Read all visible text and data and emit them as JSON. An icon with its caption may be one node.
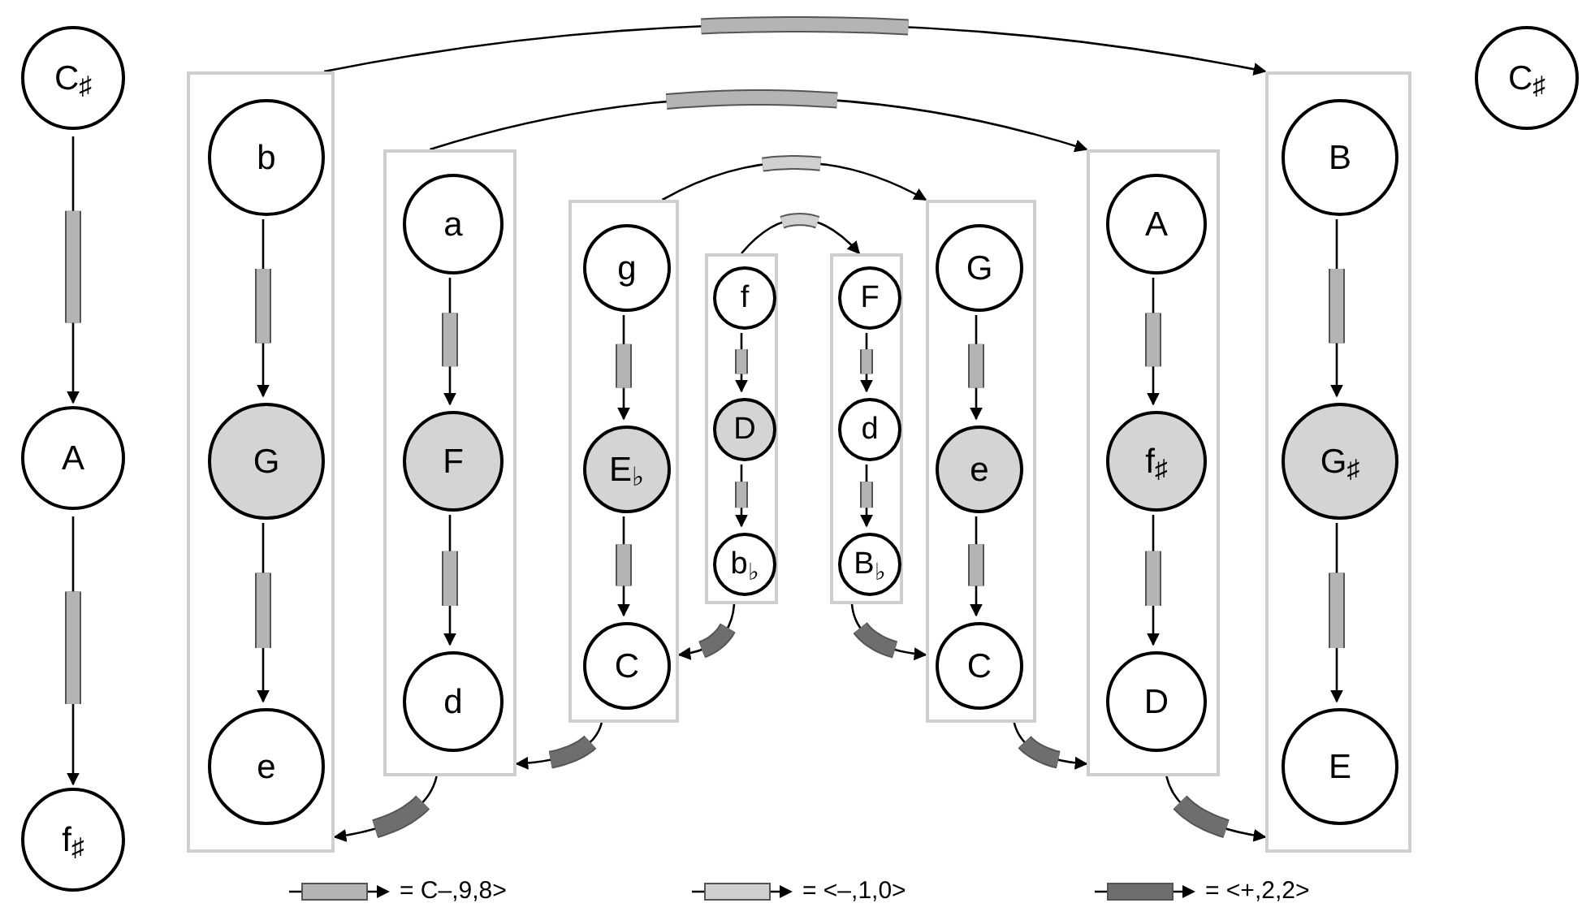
{
  "diagram": {
    "nodes": [
      {
        "text": [
          "C$_{♯}$"
        ]
      },
      {
        "text": [
          "A"
        ]
      },
      {
        "text": [
          "f$_{♯}$"
        ]
      },
      {
        "text": [],
        "shape": "box"
      },
      {
        "text": [
          "b"
        ],
        "in": 3
      },
      {
        "text": [
          "G"
        ],
        "in": 3
      },
      {
        "text": [
          "e"
        ],
        "in": 3
      },
      {
        "text": [],
        "shape": "box"
      },
      {
        "text": [
          "a"
        ],
        "in": 7
      },
      {
        "text": [
          "F"
        ],
        "in": 7
      },
      {
        "text": [
          "d"
        ],
        "in": 7
      },
      {
        "text": [],
        "shape": "box"
      },
      {
        "text": [
          "g"
        ],
        "in": 11
      },
      {
        "text": [
          "E$_{♭}$"
        ],
        "in": 11
      },
      {
        "text": [
          "C"
        ],
        "in": 11
      },
      {
        "text": [],
        "shape": "box"
      },
      {
        "text": [
          "f"
        ],
        "in": 15
      },
      {
        "text": [
          "D"
        ],
        "in": 15
      },
      {
        "text": [
          "b$_{♭}$"
        ],
        "in": 15
      },
      {
        "text": [],
        "shape": "box"
      },
      {
        "text": [
          "F"
        ],
        "in": 19
      },
      {
        "text": [
          "d"
        ],
        "in": 19
      },
      {
        "text": [
          "B$_{♭}$"
        ],
        "in": 19
      },
      {
        "text": [],
        "shape": "box"
      },
      {
        "text": [
          "G"
        ],
        "in": 23
      },
      {
        "text": [
          "e"
        ],
        "in": 23
      },
      {
        "text": [
          "C"
        ],
        "in": 23
      },
      {
        "text": [],
        "shape": "box"
      },
      {
        "text": [
          "A"
        ],
        "in": 27
      },
      {
        "text": [
          "f$_{♯}$"
        ],
        "in": 27
      },
      {
        "text": [
          "D"
        ],
        "in": 27
      },
      {
        "text": [],
        "shape": "box"
      },
      {
        "text": [
          "B"
        ],
        "in": 31
      },
      {
        "text": [
          "G$_{♯}$"
        ],
        "in": 31
      },
      {
        "text": [
          "E"
        ],
        "in": 31
      },
      {
        "text": [
          "C$_{♯}$"
        ]
      }
    ],
    "edges": [
      {
        "from": 0,
        "to": 1,
        "arrow": "to"
      },
      {
        "from": 1,
        "to": 2,
        "arrow": "to"
      },
      {
        "from": 4,
        "to": 5,
        "arrow": "to"
      },
      {
        "from": 5,
        "to": 6,
        "arrow": "to"
      },
      {
        "from": 8,
        "to": 9,
        "arrow": "to"
      },
      {
        "from": 9,
        "to": 10,
        "arrow": "to"
      },
      {
        "from": 12,
        "to": 13,
        "arrow": "to"
      },
      {
        "from": 13,
        "to": 14,
        "arrow": "to"
      },
      {
        "from": 16,
        "to": 17,
        "arrow": "to"
      },
      {
        "from": 17,
        "to": 18,
        "arrow": "to"
      },
      {
        "from": 20,
        "to": 21,
        "arrow": "to"
      },
      {
        "from": 21,
        "to": 22,
        "arrow": "to"
      },
      {
        "from": 24,
        "to": 25,
        "arrow": "to"
      },
      {
        "from": 25,
        "to": 26,
        "arrow": "to"
      },
      {
        "from": 28,
        "to": 29,
        "arrow": "to"
      },
      {
        "from": 29,
        "to": 30,
        "arrow": "to"
      },
      {
        "from": 32,
        "to": 33,
        "arrow": "to"
      },
      {
        "from": 33,
        "to": 34,
        "arrow": "to"
      },
      {
        "from": 3,
        "to": 31,
        "arrow": "to"
      },
      {
        "from": 7,
        "to": 27,
        "arrow": "to"
      },
      {
        "from": 11,
        "to": 23,
        "arrow": "to"
      },
      {
        "from": 15,
        "to": 19,
        "arrow": "to"
      },
      {
        "from": 15,
        "to": 11,
        "arrow": "to"
      },
      {
        "from": 11,
        "to": 7,
        "arrow": "to"
      },
      {
        "from": 7,
        "to": 3,
        "arrow": "to"
      },
      {
        "from": 19,
        "to": 23,
        "arrow": "to"
      },
      {
        "from": 23,
        "to": 27,
        "arrow": "to"
      },
      {
        "from": 27,
        "to": 31,
        "arrow": "to"
      }
    ],
    "legend": [
      {
        "text": "= C–,9,8>",
        "color": "#b4b4b4"
      },
      {
        "text": "= <–,1,0>",
        "color": "#d0d0d0"
      },
      {
        "text": "= <+,2,2>",
        "color": "#6e6e6e"
      }
    ]
  }
}
